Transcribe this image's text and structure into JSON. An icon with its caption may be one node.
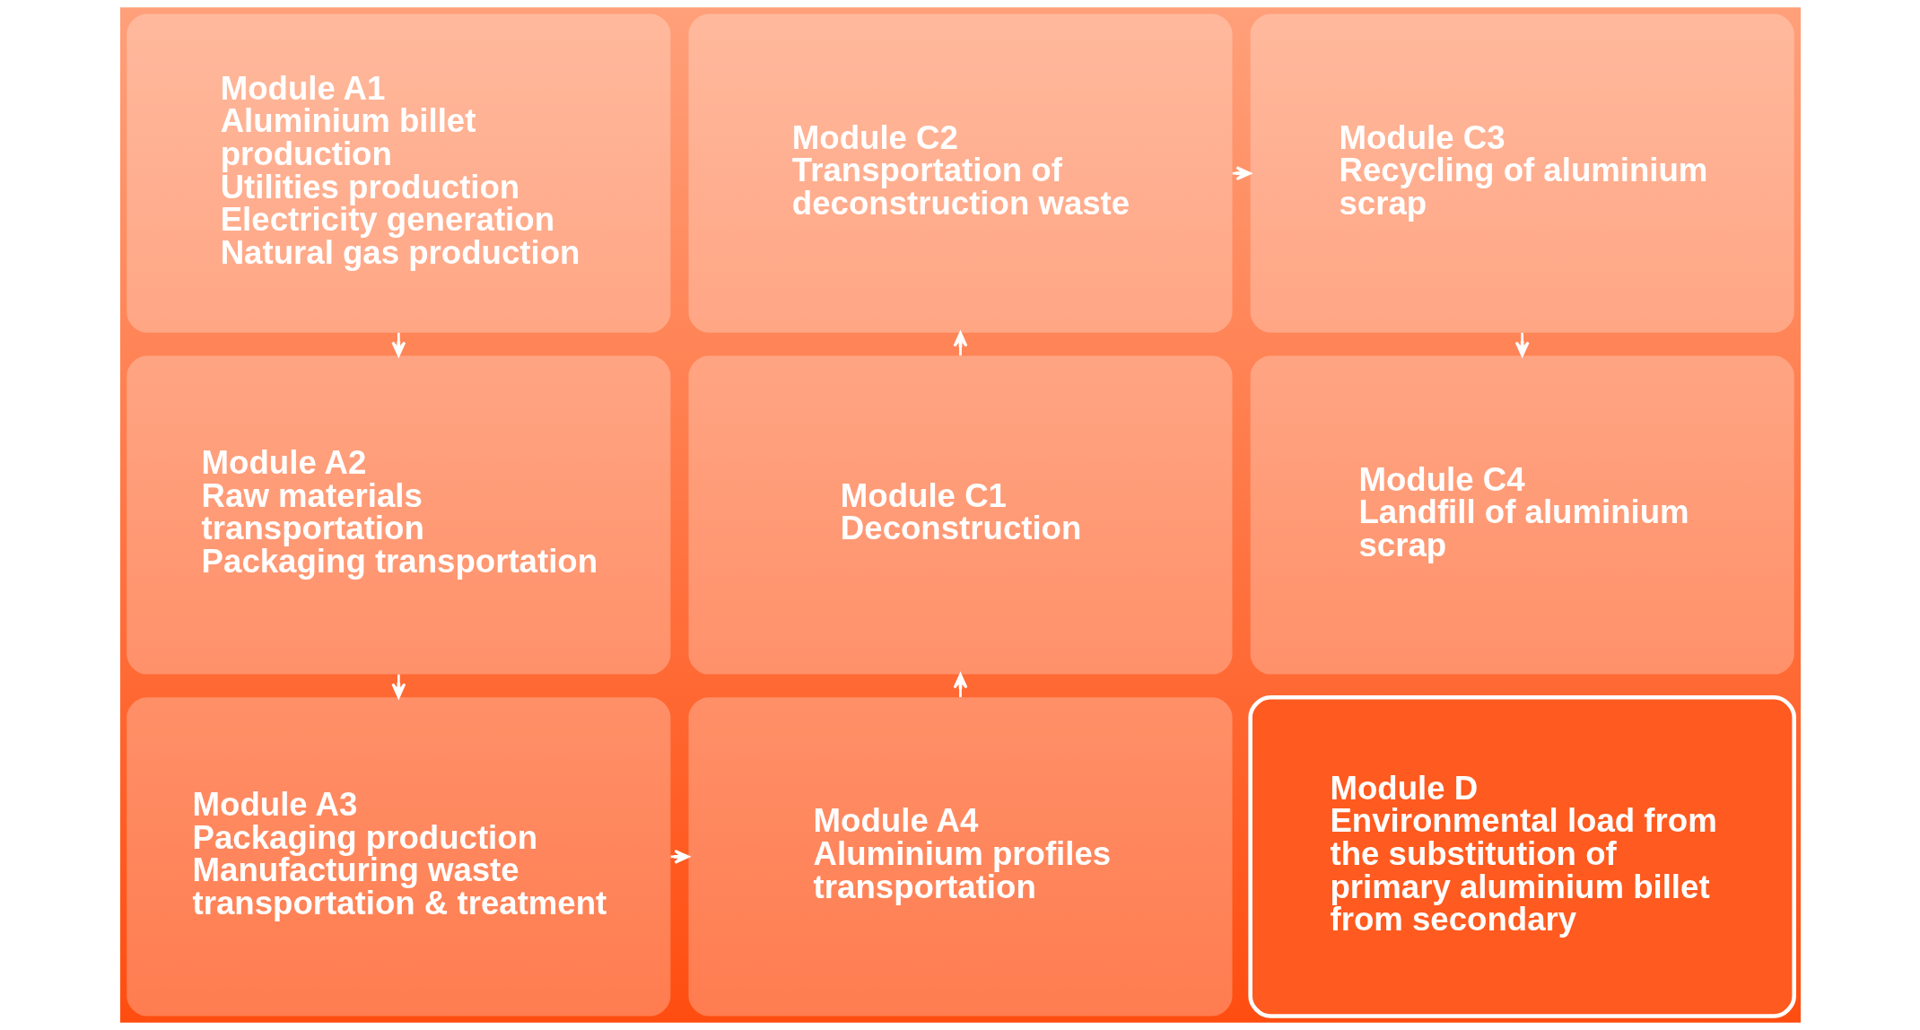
{
  "diagram": {
    "nodes": [
      {
        "text": [
          "Module A1",
          "Aluminium billet production",
          "Utilities production",
          "Electricity generation",
          "Natural gas production"
        ]
      },
      {
        "text": [
          "Module C2",
          "Transportation of deconstruction waste"
        ]
      },
      {
        "text": [
          "Module C3",
          "Recycling of aluminium scrap"
        ]
      },
      {
        "text": [
          "Module A2",
          "Raw materials transportation",
          "Packaging transportation"
        ]
      },
      {
        "text": [
          "Module C1",
          "Deconstruction"
        ]
      },
      {
        "text": [
          "Module C4",
          "Landfill of aluminium scrap"
        ]
      },
      {
        "text": [
          "Module A3",
          "Packaging production",
          "Manufacturing waste transportation & treatment"
        ]
      },
      {
        "text": [
          "Module A4",
          "Aluminium profiles transportation"
        ]
      },
      {
        "text": [
          "Module D",
          "Environmental load from the substitution of primary aluminium billet from secondary"
        ]
      }
    ],
    "edges": [
      {
        "from": 0,
        "to": 3,
        "arrow": "to"
      },
      {
        "from": 3,
        "to": 6,
        "arrow": "to"
      },
      {
        "from": 6,
        "to": 7,
        "arrow": "to"
      },
      {
        "from": 7,
        "to": 4,
        "arrow": "to"
      },
      {
        "from": 4,
        "to": 1,
        "arrow": "to"
      },
      {
        "from": 1,
        "to": 2,
        "arrow": "to"
      },
      {
        "from": 2,
        "to": 5,
        "arrow": "to"
      }
    ]
  }
}
